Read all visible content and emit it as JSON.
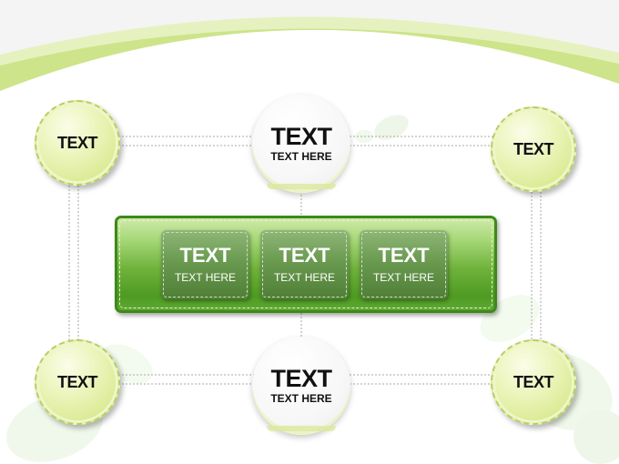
{
  "diagram": {
    "top_left": {
      "title": "TEXT"
    },
    "top_center": {
      "title": "TEXT",
      "subtitle": "TEXT HERE"
    },
    "top_right": {
      "title": "TEXT"
    },
    "bottom_left": {
      "title": "TEXT"
    },
    "bottom_center": {
      "title": "TEXT",
      "subtitle": "TEXT HERE"
    },
    "bottom_right": {
      "title": "TEXT"
    },
    "center_boxes": [
      {
        "title": "TEXT",
        "subtitle": "TEXT HERE"
      },
      {
        "title": "TEXT",
        "subtitle": "TEXT HERE"
      },
      {
        "title": "TEXT",
        "subtitle": "TEXT HERE"
      }
    ]
  },
  "colors": {
    "accent_green": "#4e9a22",
    "light_green": "#d6e98c",
    "banner_green": "#cde48a"
  }
}
